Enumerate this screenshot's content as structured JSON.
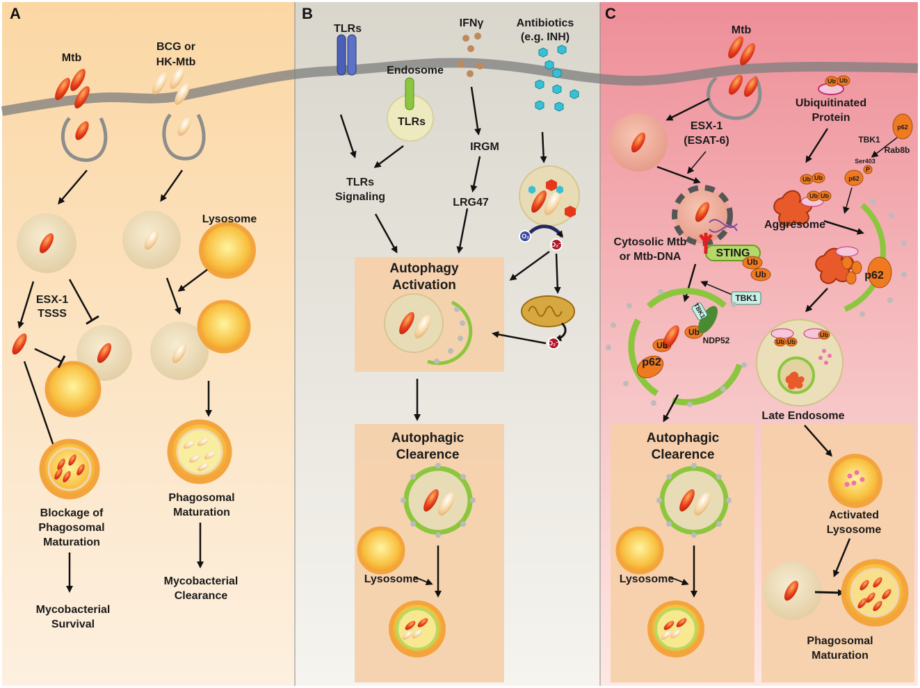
{
  "panels": {
    "a": {
      "letter": "A",
      "mtb": "Mtb",
      "bcg_1": "BCG or",
      "bcg_2": "HK-Mtb",
      "lysosome": "Lysosome",
      "esx_1": "ESX-1",
      "esx_2": "TSSS",
      "blockage_1": "Blockage of",
      "blockage_2": "Phagosomal",
      "blockage_3": "Maturation",
      "phago_1": "Phagosomal",
      "phago_2": "Maturation",
      "survival_1": "Mycobacterial",
      "survival_2": "Survival",
      "clearance_1": "Mycobacterial",
      "clearance_2": "Clearance"
    },
    "b": {
      "letter": "B",
      "tlrs": "TLRs",
      "ifng": "IFNγ",
      "antibiotics_1": "Antibiotics",
      "antibiotics_2": "(e.g. INH)",
      "endosome": "Endosome",
      "endo_tlrs": "TLRs",
      "tlr_signal_1": "TLRs",
      "tlr_signal_2": "Signaling",
      "irgm": "IRGM",
      "lrg47": "LRG47",
      "activation_1": "Autophagy",
      "activation_2": "Activation",
      "clearence_1": "Autophagic",
      "clearence_2": "Clearence",
      "lysosome": "Lysosome",
      "o2": "O₂⁻"
    },
    "c": {
      "letter": "C",
      "mtb": "Mtb",
      "esx_1": "ESX-1",
      "esx_2": "(ESAT-6)",
      "ubprot_1": "Ubiquitinated",
      "ubprot_2": "Protein",
      "ub": "Ub",
      "p62": "p62",
      "tbk1": "TBK1",
      "rab8b": "Rab8b",
      "ser403": "Ser403",
      "p": "P",
      "aggresome": "Aggresome",
      "cytosolic_1": "Cytosolic Mtb",
      "cytosolic_2": "or Mtb-DNA",
      "sting": "STING",
      "ndp52": "NDP52",
      "late_endosome": "Late Endosome",
      "clearence_1": "Autophagic",
      "clearence_2": "Clearence",
      "lysosome": "Lysosome",
      "activated_1": "Activated",
      "activated_2": "Lysosome",
      "phago_1": "Phagosomal",
      "phago_2": "Maturation"
    }
  },
  "colors": {
    "panel_a": "#fbd9a8",
    "panel_b": "#dedbd2",
    "panel_c": "#ef9aa2",
    "box": "#f6ccb0",
    "bacterium": "#e5381b",
    "vesicle": "#eddcb6",
    "lysosome": "#f3a43c",
    "autophagosome": "#8cc63f"
  }
}
